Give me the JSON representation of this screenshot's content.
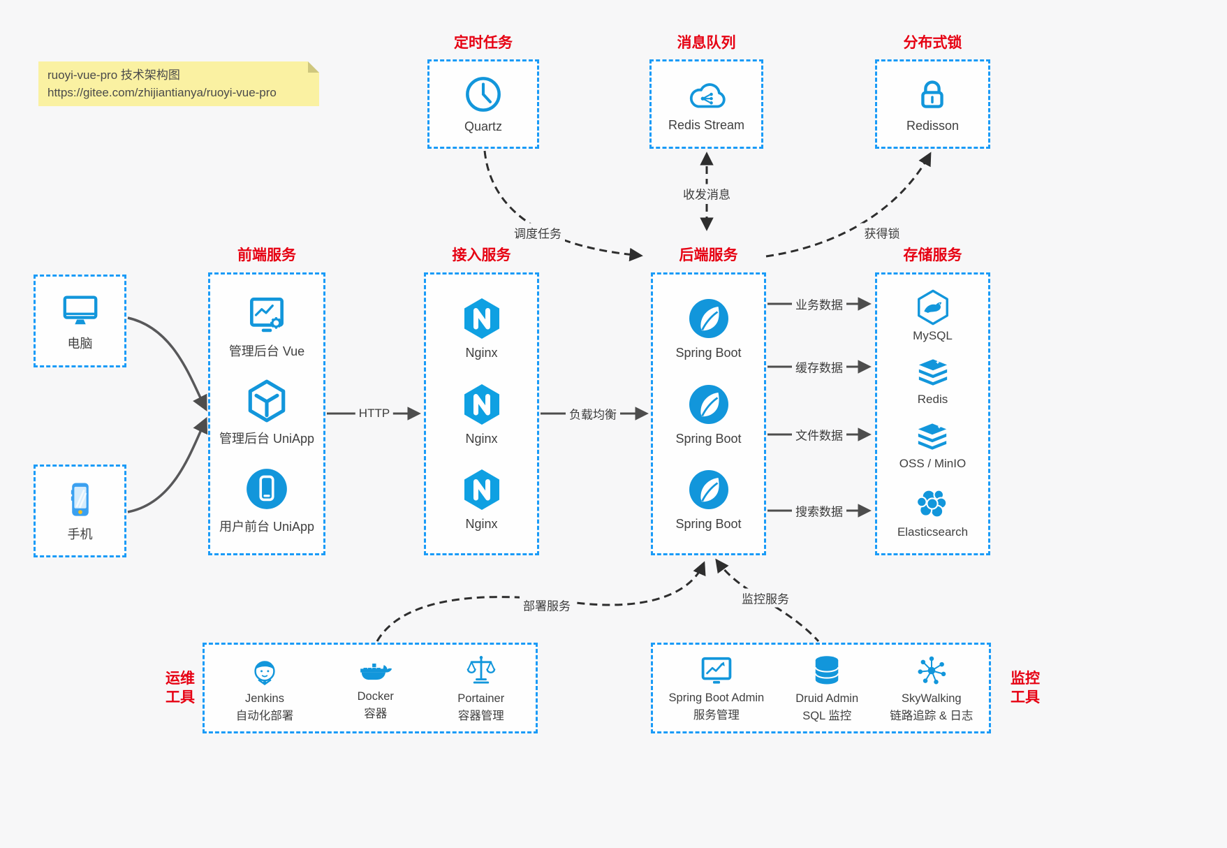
{
  "note": {
    "line1": "ruoyi-vue-pro 技术架构图",
    "line2": "https://gitee.com/zhijiantianya/ruoyi-vue-pro"
  },
  "top": {
    "scheduler": {
      "title": "定时任务",
      "label": "Quartz",
      "icon": "clock-icon"
    },
    "mq": {
      "title": "消息队列",
      "label": "Redis Stream",
      "icon": "cloud-stream-icon"
    },
    "lock": {
      "title": "分布式锁",
      "label": "Redisson",
      "icon": "lock-icon"
    }
  },
  "clients": {
    "pc": {
      "label": "电脑",
      "icon": "desktop-icon"
    },
    "mobile": {
      "label": "手机",
      "icon": "phone-icon"
    }
  },
  "frontend": {
    "title": "前端服务",
    "items": [
      {
        "label": "管理后台 Vue",
        "icon": "admin-vue-icon"
      },
      {
        "label": "管理后台 UniApp",
        "icon": "uniapp-cube-icon"
      },
      {
        "label": "用户前台 UniApp",
        "icon": "user-app-icon"
      }
    ]
  },
  "gateway": {
    "title": "接入服务",
    "items": [
      {
        "label": "Nginx",
        "icon": "nginx-icon"
      },
      {
        "label": "Nginx",
        "icon": "nginx-icon"
      },
      {
        "label": "Nginx",
        "icon": "nginx-icon"
      }
    ]
  },
  "backend": {
    "title": "后端服务",
    "items": [
      {
        "label": "Spring Boot",
        "icon": "spring-icon"
      },
      {
        "label": "Spring Boot",
        "icon": "spring-icon"
      },
      {
        "label": "Spring Boot",
        "icon": "spring-icon"
      }
    ]
  },
  "storage": {
    "title": "存储服务",
    "items": [
      {
        "label": "MySQL",
        "icon": "mysql-icon"
      },
      {
        "label": "Redis",
        "icon": "redis-stack-icon"
      },
      {
        "label": "OSS / MinIO",
        "icon": "oss-stack-icon"
      },
      {
        "label": "Elasticsearch",
        "icon": "elasticsearch-icon"
      }
    ]
  },
  "ops": {
    "title_line1": "运维",
    "title_line2": "工具",
    "items": [
      {
        "name": "Jenkins",
        "desc": "自动化部署",
        "icon": "jenkins-icon"
      },
      {
        "name": "Docker",
        "desc": "容器",
        "icon": "docker-icon"
      },
      {
        "name": "Portainer",
        "desc": "容器管理",
        "icon": "portainer-icon"
      }
    ]
  },
  "monitoring": {
    "title_line1": "监控",
    "title_line2": "工具",
    "items": [
      {
        "name": "Spring Boot Admin",
        "desc": "服务管理",
        "icon": "monitor-chart-icon"
      },
      {
        "name": "Druid Admin",
        "desc": "SQL 监控",
        "icon": "database-icon"
      },
      {
        "name": "SkyWalking",
        "desc": "链路追踪 & 日志",
        "icon": "skywalking-icon"
      }
    ]
  },
  "edges": {
    "http": "HTTP",
    "load_balance": "负载均衡",
    "schedule": "调度任务",
    "message": "收发消息",
    "acquire_lock": "获得锁",
    "deploy": "部署服务",
    "monitor": "监控服务",
    "business_data": "业务数据",
    "cache_data": "缓存数据",
    "file_data": "文件数据",
    "search_data": "搜索数据"
  },
  "colors": {
    "accent": "#1296db",
    "dashed_border": "#1a9bf7",
    "title_red": "#e60012",
    "note_bg": "#faf1a2",
    "arrow_gray": "#4d4d4d",
    "arrow_dark": "#333333"
  }
}
